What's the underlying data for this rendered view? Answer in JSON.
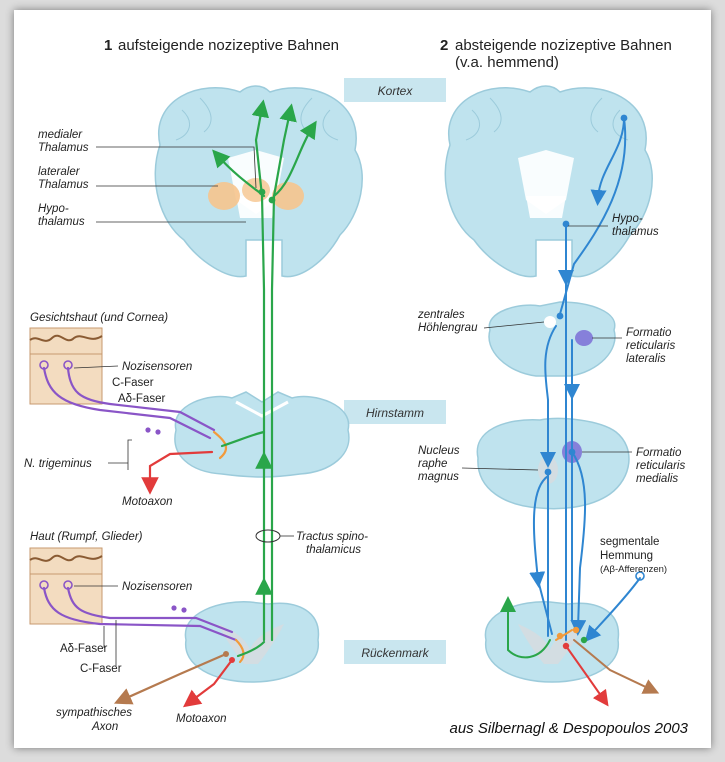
{
  "left_panel": {
    "number": "1",
    "title": "aufsteigende nozizeptive Bahnen"
  },
  "right_panel": {
    "number": "2",
    "title_line1": "absteigende nozizeptive Bahnen",
    "title_line2": "(v.a. hemmend)"
  },
  "levels": {
    "kortex": "Kortex",
    "hirnstamm": "Hirnstamm",
    "rueckenmark": "Rückenmark"
  },
  "left_labels": {
    "medial_thalamus_1": "medialer",
    "medial_thalamus_2": "Thalamus",
    "lateral_thalamus_1": "lateraler",
    "lateral_thalamus_2": "Thalamus",
    "hypothalamus_1": "Hypo-",
    "hypothalamus_2": "thalamus",
    "face_skin": "Gesichtshaut (und Cornea)",
    "nociceptors_top": "Nozisensoren",
    "c_fiber_top": "C-Faser",
    "adelta_top": "Aδ-Faser",
    "trigeminus": "N. trigeminus",
    "motoaxon_top": "Motoaxon",
    "tract_1": "Tractus spino-",
    "tract_2": "thalamicus",
    "skin": "Haut (Rumpf, Glieder)",
    "nociceptors_bottom": "Nozisensoren",
    "adelta_bottom": "Aδ-Faser",
    "c_fiber_bottom": "C-Faser",
    "sympathetic_1": "sympathisches",
    "sympathetic_2": "Axon",
    "motoaxon_bottom": "Motoaxon"
  },
  "right_labels": {
    "hypothalamus_1": "Hypo-",
    "hypothalamus_2": "thalamus",
    "central_grey_1": "zentrales",
    "central_grey_2": "Höhlengrau",
    "ret_lat_1": "Formatio",
    "ret_lat_2": "reticularis",
    "ret_lat_3": "lateralis",
    "raphe_1": "Nucleus",
    "raphe_2": "raphe",
    "raphe_3": "magnus",
    "ret_med_1": "Formatio",
    "ret_med_2": "reticularis",
    "ret_med_3": "medialis",
    "seg_1": "segmentale",
    "seg_2": "Hemmung",
    "seg_3": "(Aβ-Afferenzen)"
  },
  "credit": "aus Silbernagl & Despopoulos 2003",
  "colors": {
    "tissue": "#bfe3ee",
    "tissue_stroke": "#9ccbdb",
    "ascending": "#2aa64a",
    "descending": "#2f86d1",
    "afferent": "#8a55c7",
    "motor": "#e23b3b",
    "sympathetic": "#b57a4f",
    "thalamus": "#f6c48d",
    "label_box": "#c9e6ef"
  }
}
